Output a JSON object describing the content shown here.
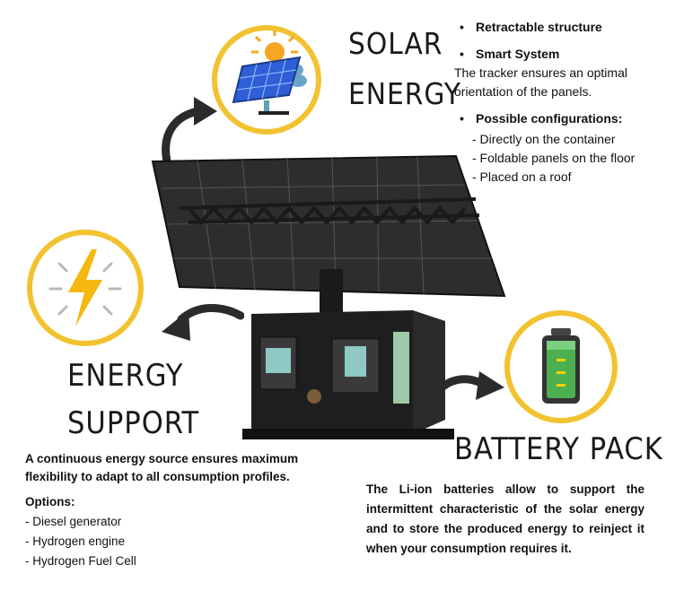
{
  "solar": {
    "title_line1": "SOLAR",
    "title_line2": "ENERGY",
    "bullet1": "Retractable structure",
    "bullet2": "Smart System",
    "smart_desc": "The tracker ensures an optimal orientation of the panels.",
    "bullet3": "Possible configurations:",
    "configs": [
      "- Directly on the container",
      "- Foldable panels on the floor",
      "- Placed on a roof"
    ]
  },
  "energy_support": {
    "title_line1": "ENERGY",
    "title_line2": "SUPPORT",
    "description": "A continuous energy source ensures maximum flexibility to adapt to all consumption profiles.",
    "options_label": "Options:",
    "options": [
      "- Diesel generator",
      "- Hydrogen engine",
      "- Hydrogen Fuel Cell"
    ]
  },
  "battery": {
    "title": "BATTERY PACK",
    "description": "The Li-ion batteries allow to support the intermittent characteristic of the solar energy and to store the produced energy to reinject it when your consumption requires it."
  },
  "colors": {
    "ring": "#f2c230",
    "panel": "#2d2d2d",
    "container": "#1e1e1e",
    "battery_green": "#4caf50",
    "solar_blue": "#2e5fd6"
  },
  "icons": [
    "solar-panel-icon",
    "lightning-bolt-icon",
    "battery-icon",
    "arrow-icon"
  ]
}
